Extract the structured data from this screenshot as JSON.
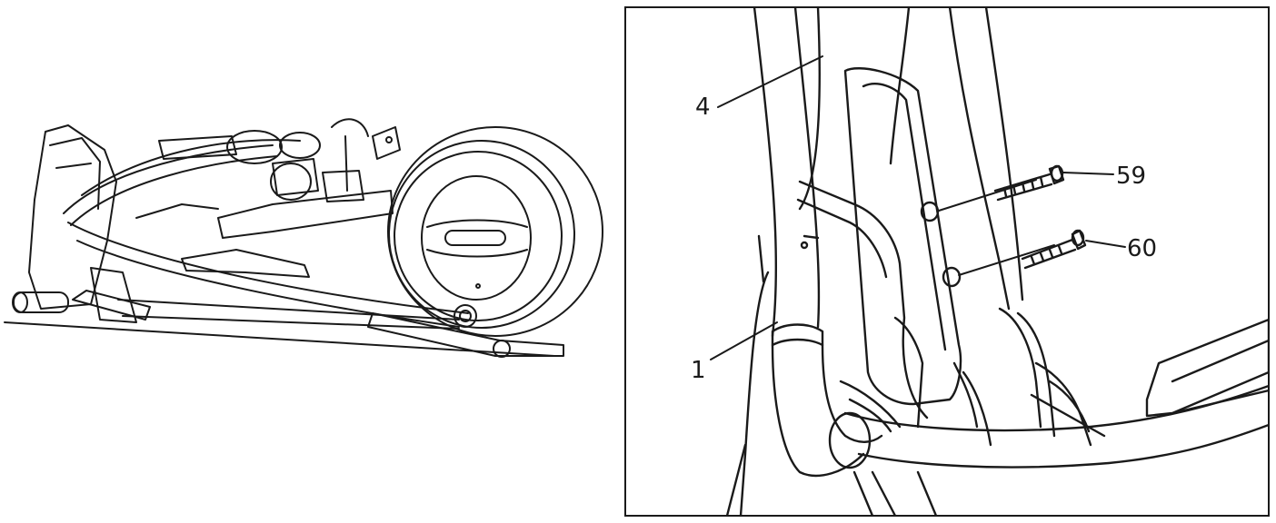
{
  "callouts": {
    "part_4": "4",
    "part_1": "1",
    "part_59": "59",
    "part_60": "60"
  },
  "icons": {
    "overview": "elliptical-trainer-overview",
    "detail": "handlebar-bolt-detail"
  },
  "colors": {
    "ink": "#1a1a1a",
    "background": "#ffffff"
  }
}
